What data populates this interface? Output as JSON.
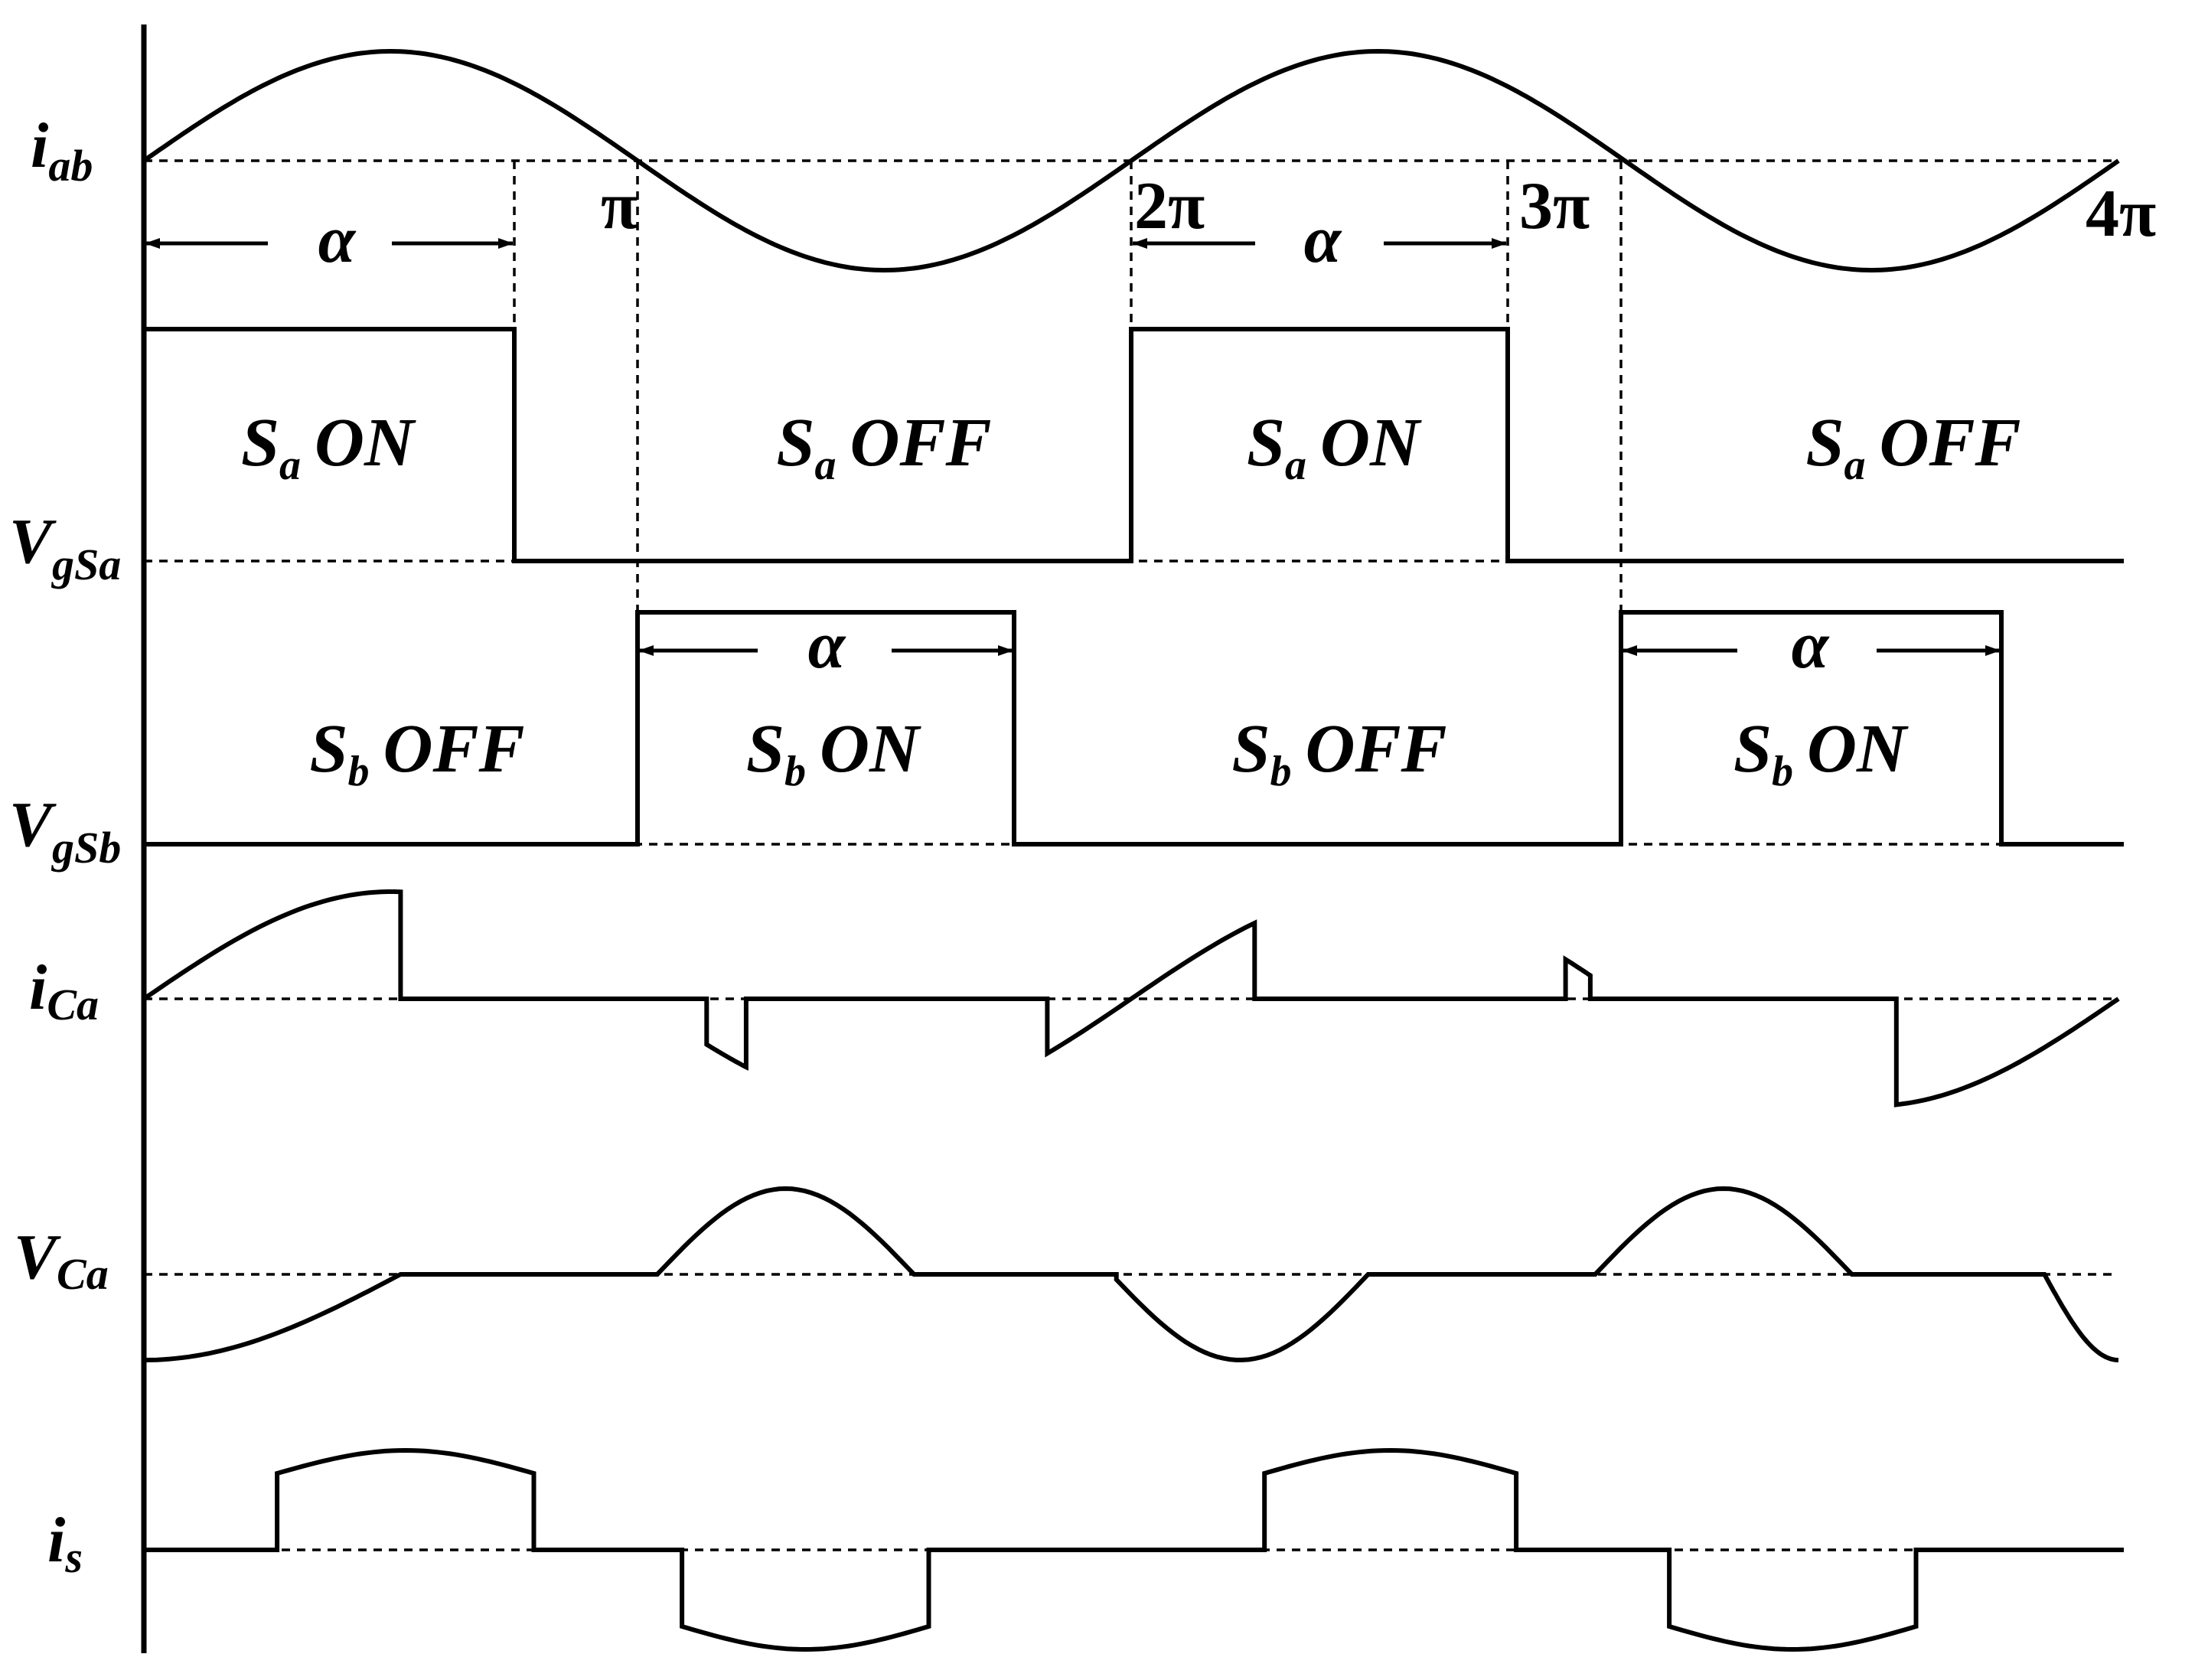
{
  "signals": {
    "iab": {
      "main": "i",
      "sub": "ab"
    },
    "vgsa": {
      "main": "V",
      "sub": "gSa"
    },
    "vgsb": {
      "main": "V",
      "sub": "gSb"
    },
    "ica": {
      "main": "i",
      "sub": "Ca"
    },
    "vca": {
      "main": "V",
      "sub": "Ca"
    },
    "is": {
      "main": "i",
      "sub": "s"
    }
  },
  "phase_marks": [
    "π",
    "2π",
    "3π",
    "4π"
  ],
  "alpha": "α",
  "states": {
    "s": "S",
    "a": "a",
    "b": "b",
    "on": "ON",
    "off": "OFF"
  }
}
